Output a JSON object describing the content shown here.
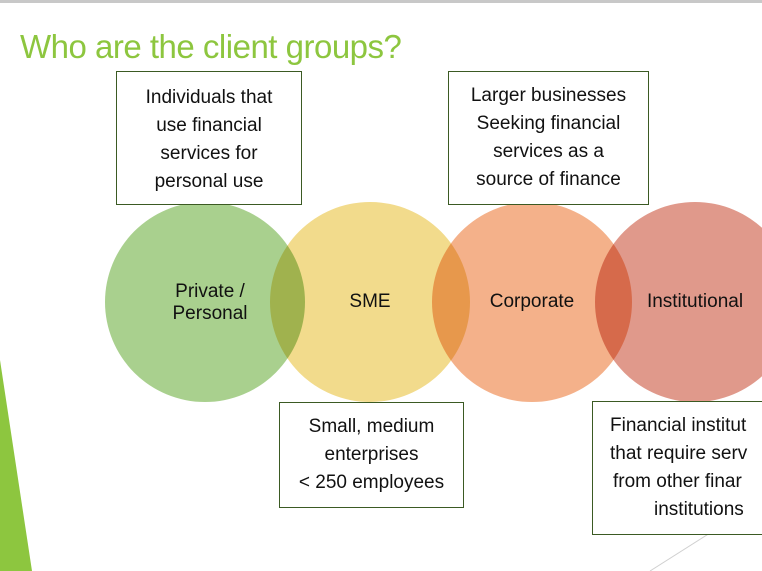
{
  "slide": {
    "title": "Who are the client groups?",
    "groups": [
      {
        "label": "Private /\nPersonal",
        "color": "#a9d08e"
      },
      {
        "label": "SME",
        "color": "#f2db8c"
      },
      {
        "label": "Corporate",
        "color": "#f4b18a"
      },
      {
        "label": "Institutional",
        "color": "#e0998b"
      }
    ],
    "callouts": {
      "private": [
        "Individuals that",
        "use financial",
        "services for",
        "personal use"
      ],
      "corporate": [
        "Larger businesses",
        "Seeking financial",
        "services as a",
        "source of finance"
      ],
      "sme": [
        "Small, medium",
        "enterprises",
        "< 250 employees"
      ],
      "institutional": [
        "Financial institut",
        "that require serv",
        "from other finar",
        "institutions"
      ]
    },
    "accent": "#8dc63f"
  }
}
